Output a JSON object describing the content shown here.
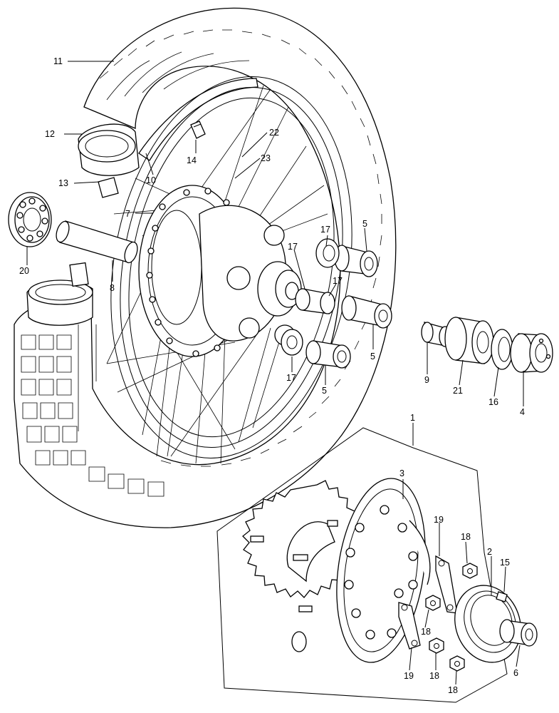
{
  "labels": {
    "l1": "1",
    "l2": "2",
    "l3": "3",
    "l4": "4",
    "l5a": "5",
    "l5b": "5",
    "l5c": "5",
    "l6": "6",
    "l7": "7",
    "l8": "8",
    "l9": "9",
    "l10": "10",
    "l11": "11",
    "l12": "12",
    "l13": "13",
    "l14": "14",
    "l15": "15",
    "l16": "16",
    "l17a": "17",
    "l17b": "17",
    "l17c": "17",
    "l17d": "17",
    "l18a": "18",
    "l18b": "18",
    "l18c": "18",
    "l18d": "18",
    "l19a": "19",
    "l19b": "19",
    "l20": "20",
    "l21": "21",
    "l22": "22",
    "l23": "23"
  }
}
